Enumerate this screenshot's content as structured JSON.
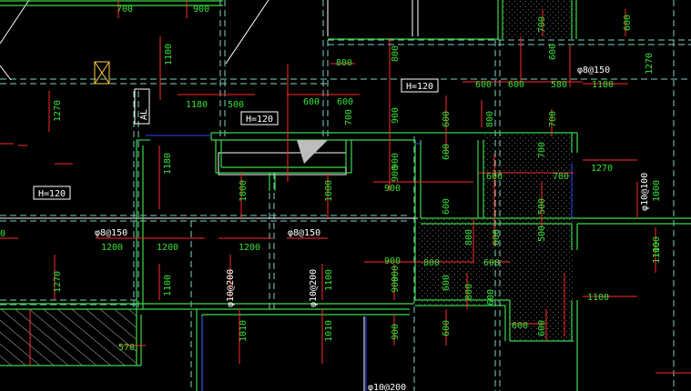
{
  "colors": {
    "background": "#000000",
    "wall": "#39d84a",
    "dashed_beam": "#7fd0c8",
    "rebar": "#ff2a2a",
    "dimension_text": "#35e035",
    "label_text": "#ffffff",
    "blue_line": "#2a46ff"
  },
  "height_tags": [
    "H=120",
    "H=120",
    "H=120"
  ],
  "rebar_specs": {
    "spec_a": "φ8@150",
    "spec_b": "φ8@150",
    "spec_c": "φ8@150",
    "spec_d": "φ10@100",
    "spec_e": "φ10@200",
    "spec_f": "φ10@200",
    "spec_g": "φ10@200"
  },
  "axis_label": "AL",
  "dims_h": {
    "d700a": "700",
    "d900a": "900",
    "d800a": "800",
    "d1180a": "1180",
    "d500a": "500",
    "d600a": "600",
    "d600b": "600",
    "d600c": "600",
    "d600d": "600",
    "d580a": "580",
    "d1180b": "1180",
    "d1200a": "1200",
    "d1200b": "1200",
    "d1200c": "1200",
    "d900b": "900",
    "d600e": "600",
    "d780a": "780",
    "d1270a": "1270",
    "d900c": "900",
    "d800b": "800",
    "d600f": "600",
    "d1100a": "1100",
    "d600g": "600",
    "d570a": "570",
    "d0": "0"
  },
  "dims_v": {
    "v1100a": "1100",
    "v1270a": "1270",
    "v1180a": "1180",
    "v1270b": "1270",
    "v1000a": "1000",
    "v1000b": "1000",
    "v1100b": "1100",
    "v1100c": "1100",
    "v800a": "800",
    "v900a": "900",
    "v900b": "900",
    "v600a": "600",
    "v800b": "800",
    "v700a": "700",
    "v700b": "700",
    "v500a": "500",
    "v600b": "600",
    "v700c": "700",
    "v600c": "600",
    "v1270c": "1270",
    "v1000c": "1000",
    "v1100d": "1100",
    "v600d": "600",
    "v800c": "800",
    "v900c": "900",
    "v600e": "600",
    "v800d": "800",
    "v600f": "600",
    "v500b": "500",
    "v1010a": "1010",
    "v1010b": "1010",
    "v900d": "900",
    "v900e": "900",
    "v600g": "600",
    "v600h": "600",
    "v900f": "900",
    "v700d": "700",
    "v600i": "600",
    "v600j": "600",
    "v1100e": "1100"
  }
}
